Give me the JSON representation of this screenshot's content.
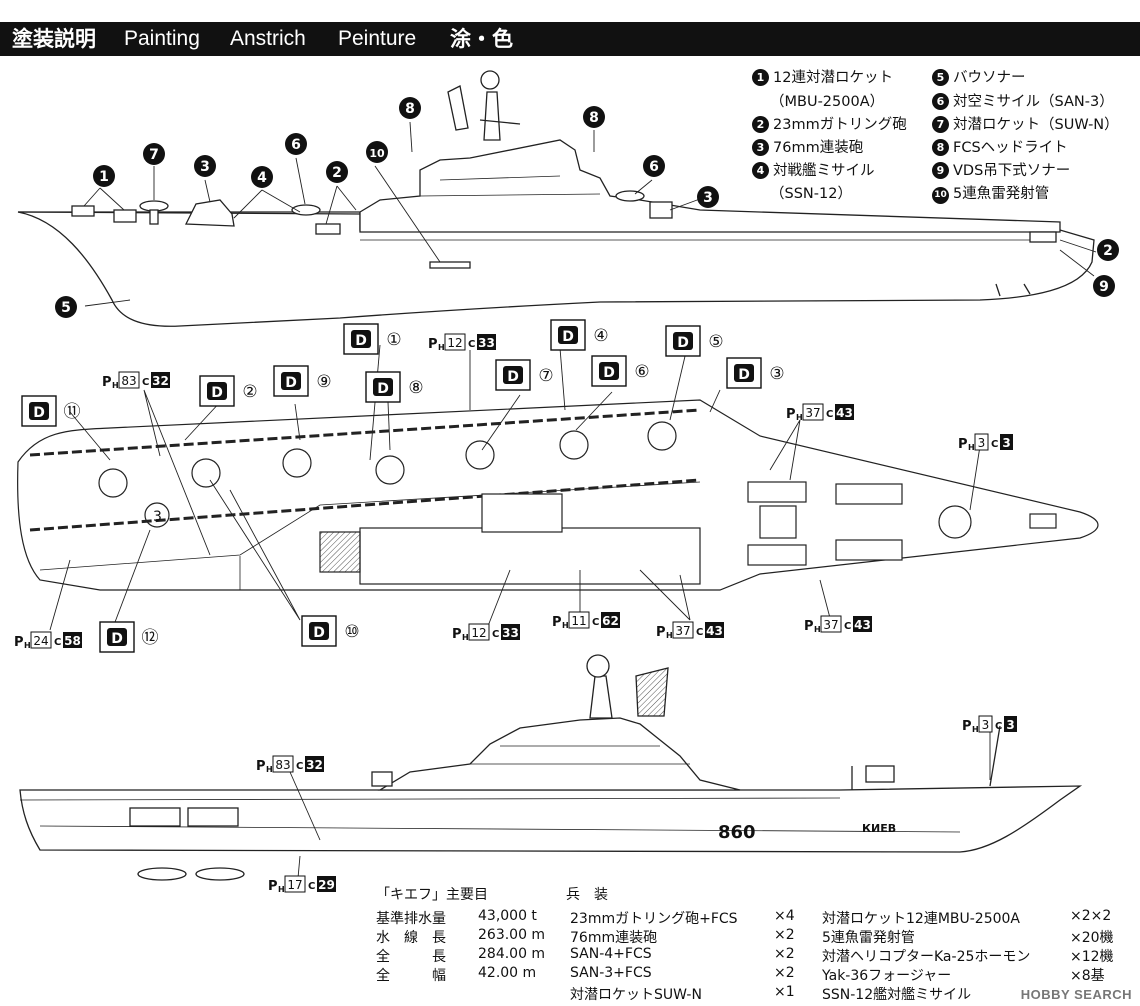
{
  "header": {
    "title_ja": "塗装説明",
    "title_en": "Painting",
    "title_de": "Anstrich",
    "title_fr": "Peinture",
    "title_cn": "涂・色"
  },
  "legend": [
    {
      "no": "1",
      "text": "12連対潜ロケット"
    },
    {
      "no": "",
      "text": "（MBU-2500A）"
    },
    {
      "no": "2",
      "text": "23mmガトリング砲"
    },
    {
      "no": "3",
      "text": "76mm連装砲"
    },
    {
      "no": "4",
      "text": "対戦艦ミサイル"
    },
    {
      "no": "",
      "text": "（SSN-12）"
    },
    {
      "no": "5",
      "text": "バウソナー"
    },
    {
      "no": "6",
      "text": "対空ミサイル（SAN-3）"
    },
    {
      "no": "7",
      "text": "対潜ロケット（SUW-N）"
    },
    {
      "no": "8",
      "text": "FCSヘッドライト"
    },
    {
      "no": "9",
      "text": "VDS吊下式ソナー"
    },
    {
      "no": "10",
      "text": "5連魚雷発射管"
    }
  ],
  "callouts": [
    {
      "no": "1"
    },
    {
      "no": "7"
    },
    {
      "no": "3"
    },
    {
      "no": "4"
    },
    {
      "no": "6"
    },
    {
      "no": "2"
    },
    {
      "no": "10"
    },
    {
      "no": "8"
    },
    {
      "no": "8"
    },
    {
      "no": "6"
    },
    {
      "no": "3"
    },
    {
      "no": "2"
    },
    {
      "no": "9"
    },
    {
      "no": "5"
    }
  ],
  "decals": [
    {
      "no": "①"
    },
    {
      "no": "②"
    },
    {
      "no": "⑨"
    },
    {
      "no": "⑧"
    },
    {
      "no": "⑦"
    },
    {
      "no": "④"
    },
    {
      "no": "⑥"
    },
    {
      "no": "⑤"
    },
    {
      "no": "③"
    },
    {
      "no": "⑪"
    },
    {
      "no": "⑫"
    },
    {
      "no": "⑩"
    }
  ],
  "decal_glyph": "D",
  "paint_codes": [
    {
      "h": "12",
      "c": "33"
    },
    {
      "h": "83",
      "c": "32"
    },
    {
      "h": "37",
      "c": "43"
    },
    {
      "h": "3",
      "c": "3"
    },
    {
      "h": "24",
      "c": "58"
    },
    {
      "h": "12",
      "c": "33"
    },
    {
      "h": "11",
      "c": "62"
    },
    {
      "h": "37",
      "c": "43"
    },
    {
      "h": "37",
      "c": "43"
    },
    {
      "h": "3",
      "c": "3"
    },
    {
      "h": "83",
      "c": "32"
    },
    {
      "h": "17",
      "c": "29"
    }
  ],
  "code_labels": {
    "p": "P",
    "h": "H",
    "c": "C"
  },
  "hull_text": {
    "number": "860",
    "name": "КИЕВ",
    "deck_mark": "3"
  },
  "spec": {
    "title": "「キエフ」主要目",
    "armament_title": "兵　装",
    "dims": [
      {
        "label": "基準排水量",
        "value": "43,000 t"
      },
      {
        "label": "水　線　長",
        "value": "263.00 m"
      },
      {
        "label": "全　　　長",
        "value": "284.00 m"
      },
      {
        "label": "全　　　幅",
        "value": "42.00 m"
      }
    ],
    "arms_left": [
      {
        "name": "23mmガトリング砲+FCS",
        "qty": "×4"
      },
      {
        "name": "76mm連装砲",
        "qty": "×2"
      },
      {
        "name": "SAN-4+FCS",
        "qty": "×2"
      },
      {
        "name": "SAN-3+FCS",
        "qty": "×2"
      },
      {
        "name": "対潜ロケットSUW-N",
        "qty": "×1"
      }
    ],
    "arms_right": [
      {
        "name": "対潜ロケット12連MBU-2500A",
        "qty": "×2×2"
      },
      {
        "name": "5連魚雷発射管",
        "qty": "×20機"
      },
      {
        "name": "対潜ヘリコプターKa-25ホーモン",
        "qty": "×12機"
      },
      {
        "name": "Yak-36フォージャー",
        "qty": "×8基"
      },
      {
        "name": "SSN-12艦対艦ミサイル",
        "qty": ""
      }
    ]
  },
  "watermark": "HOBBY SEARCH"
}
